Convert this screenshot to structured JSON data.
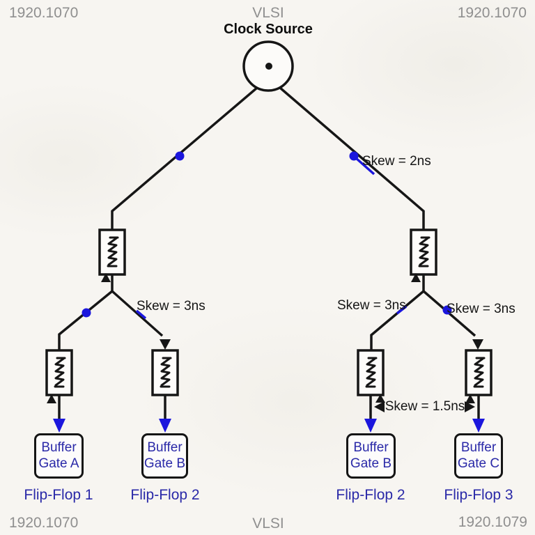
{
  "watermarks": {
    "top_left": "1920.1070",
    "top_center": "VLSI",
    "top_right": "1920.1070",
    "bottom_left": "1920.1070",
    "bottom_center": "VLSI",
    "bottom_right": "1920.1079"
  },
  "clock_tree": {
    "source_label": "Clock Source",
    "skew_root_right": "Skew = 2ns",
    "skew_left_branch": "Skew = 3ns",
    "skew_right_branch_left": "Skew = 3ns",
    "skew_right_branch_right": "Skew = 3ns",
    "skew_bottom": "Skew = 1.5ns",
    "gates": [
      {
        "line1": "Buffer",
        "line2": "Gate A",
        "flip_flop": "Flip-Flop 1"
      },
      {
        "line1": "Buffer",
        "line2": "Gate B",
        "flip_flop": "Flip-Flop 2"
      },
      {
        "line1": "Buffer",
        "line2": "Gate B",
        "flip_flop": "Flip-Flop 2"
      },
      {
        "line1": "Buffer",
        "line2": "Gate C",
        "flip_flop": "Flip-Flop 3"
      }
    ]
  },
  "colors": {
    "line": "#161616",
    "accent": "#1b16dd",
    "label_blue": "#2a29a8",
    "watermark": "#8f8f8f",
    "bg": "#f7f5f1"
  }
}
